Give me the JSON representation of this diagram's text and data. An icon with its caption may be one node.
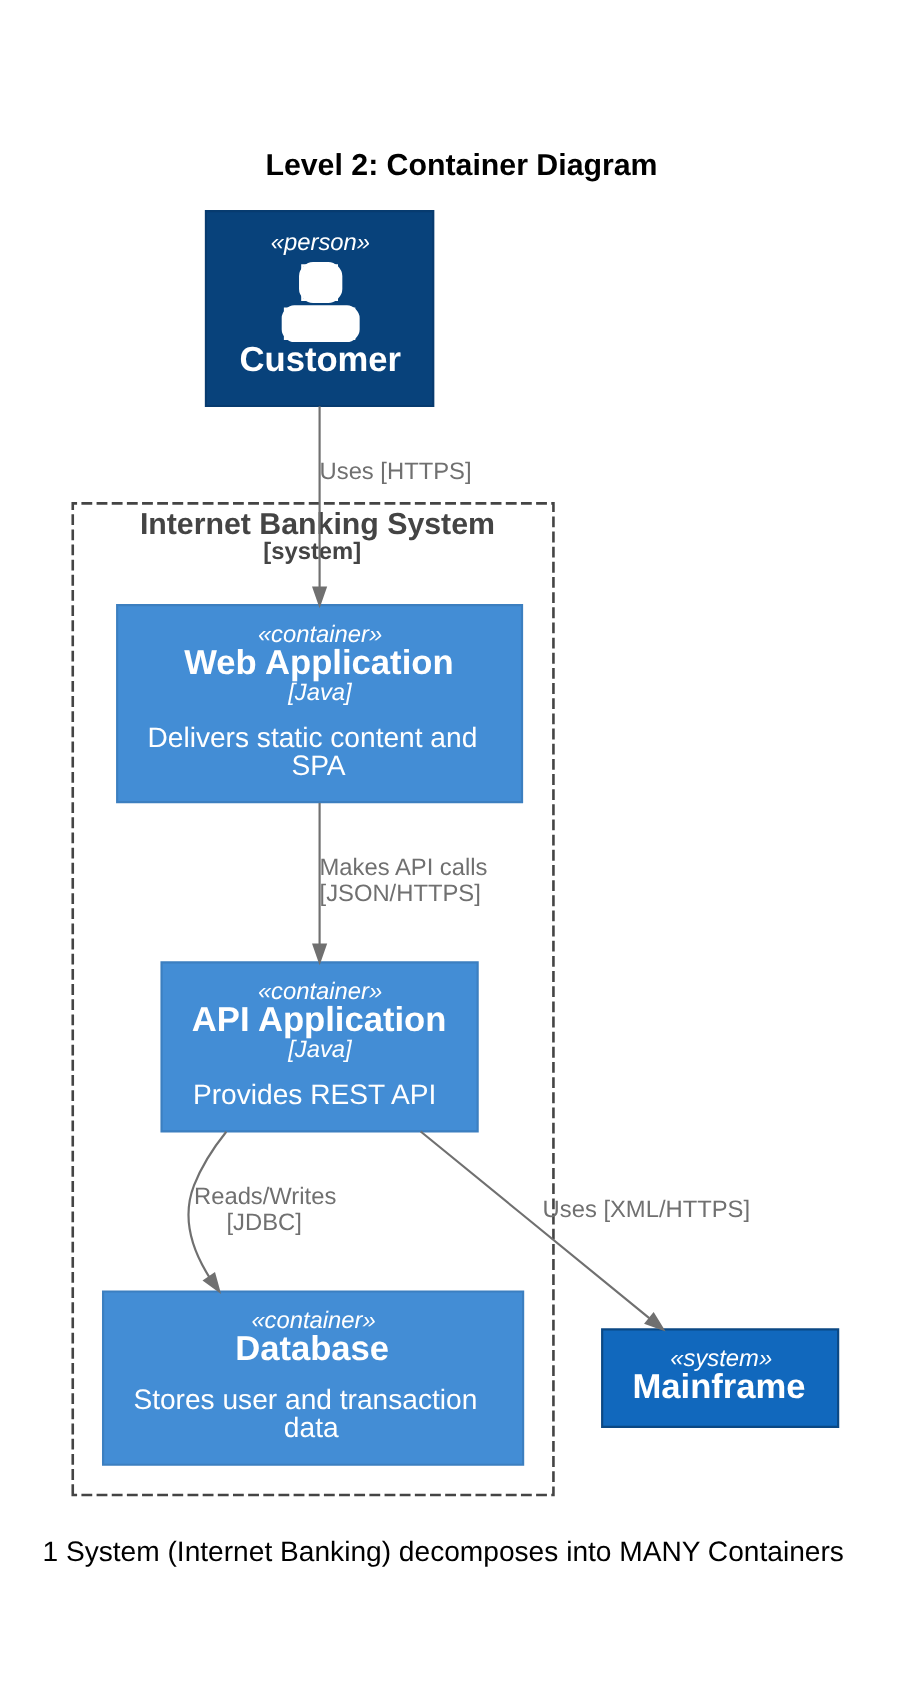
{
  "diagram": {
    "title": "Level 2: Container Diagram",
    "caption": "1 System (Internet Banking) decomposes into MANY Containers",
    "nodes": [
      {
        "text": [
          "«person»",
          "Customer"
        ]
      },
      {
        "text": [
          "Internet Banking System",
          "[system]"
        ]
      },
      {
        "text": [
          "«container»",
          "Web Application",
          "[Java]",
          "Delivers static content and SPA"
        ],
        "in": 1
      },
      {
        "text": [
          "«container»",
          "API Application",
          "[Java]",
          "Provides REST API"
        ],
        "in": 1
      },
      {
        "text": [
          "«container»",
          "Database",
          "Stores user and transaction data"
        ],
        "in": 1
      },
      {
        "text": [
          "«system»",
          "Mainframe"
        ]
      }
    ],
    "edges": [
      {
        "from": 0,
        "to": 2,
        "arrow": "to",
        "label": "Uses [HTTPS]"
      },
      {
        "from": 2,
        "to": 3,
        "arrow": "to",
        "label": "Makes API calls [JSON/HTTPS]"
      },
      {
        "from": 3,
        "to": 4,
        "arrow": "to",
        "label": "Reads/Writes [JDBC]"
      },
      {
        "from": 3,
        "to": 5,
        "arrow": "to",
        "label": "Uses [XML/HTTPS]"
      }
    ]
  }
}
